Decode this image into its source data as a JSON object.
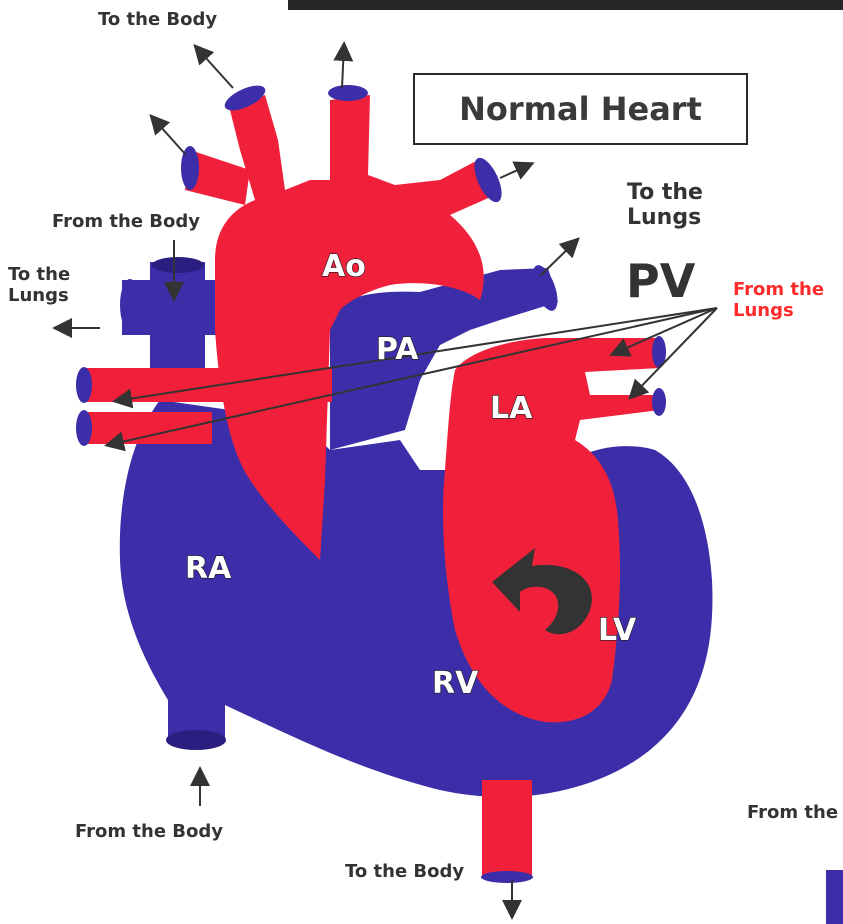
{
  "diagram": {
    "title": "Normal Heart",
    "abbreviation": "PV",
    "chambers": {
      "ao": "Ao",
      "pa": "PA",
      "la": "LA",
      "ra": "RA",
      "rv": "RV",
      "lv": "LV"
    },
    "labels": {
      "to_body_top": "To the Body",
      "from_body_left": "From the Body",
      "to_lungs_left": "To the\nLungs",
      "to_lungs_right": "To the\nLungs",
      "from_lungs": "From the\nLungs",
      "from_body_bottom": "From the Body",
      "to_body_bottom": "To the Body",
      "from_the_cut": "From the"
    },
    "colors": {
      "oxygenated": "#f0203a",
      "deoxygenated": "#3c2ea8",
      "arrow": "#333333",
      "from_lungs_label": "#ff2a2a"
    }
  }
}
